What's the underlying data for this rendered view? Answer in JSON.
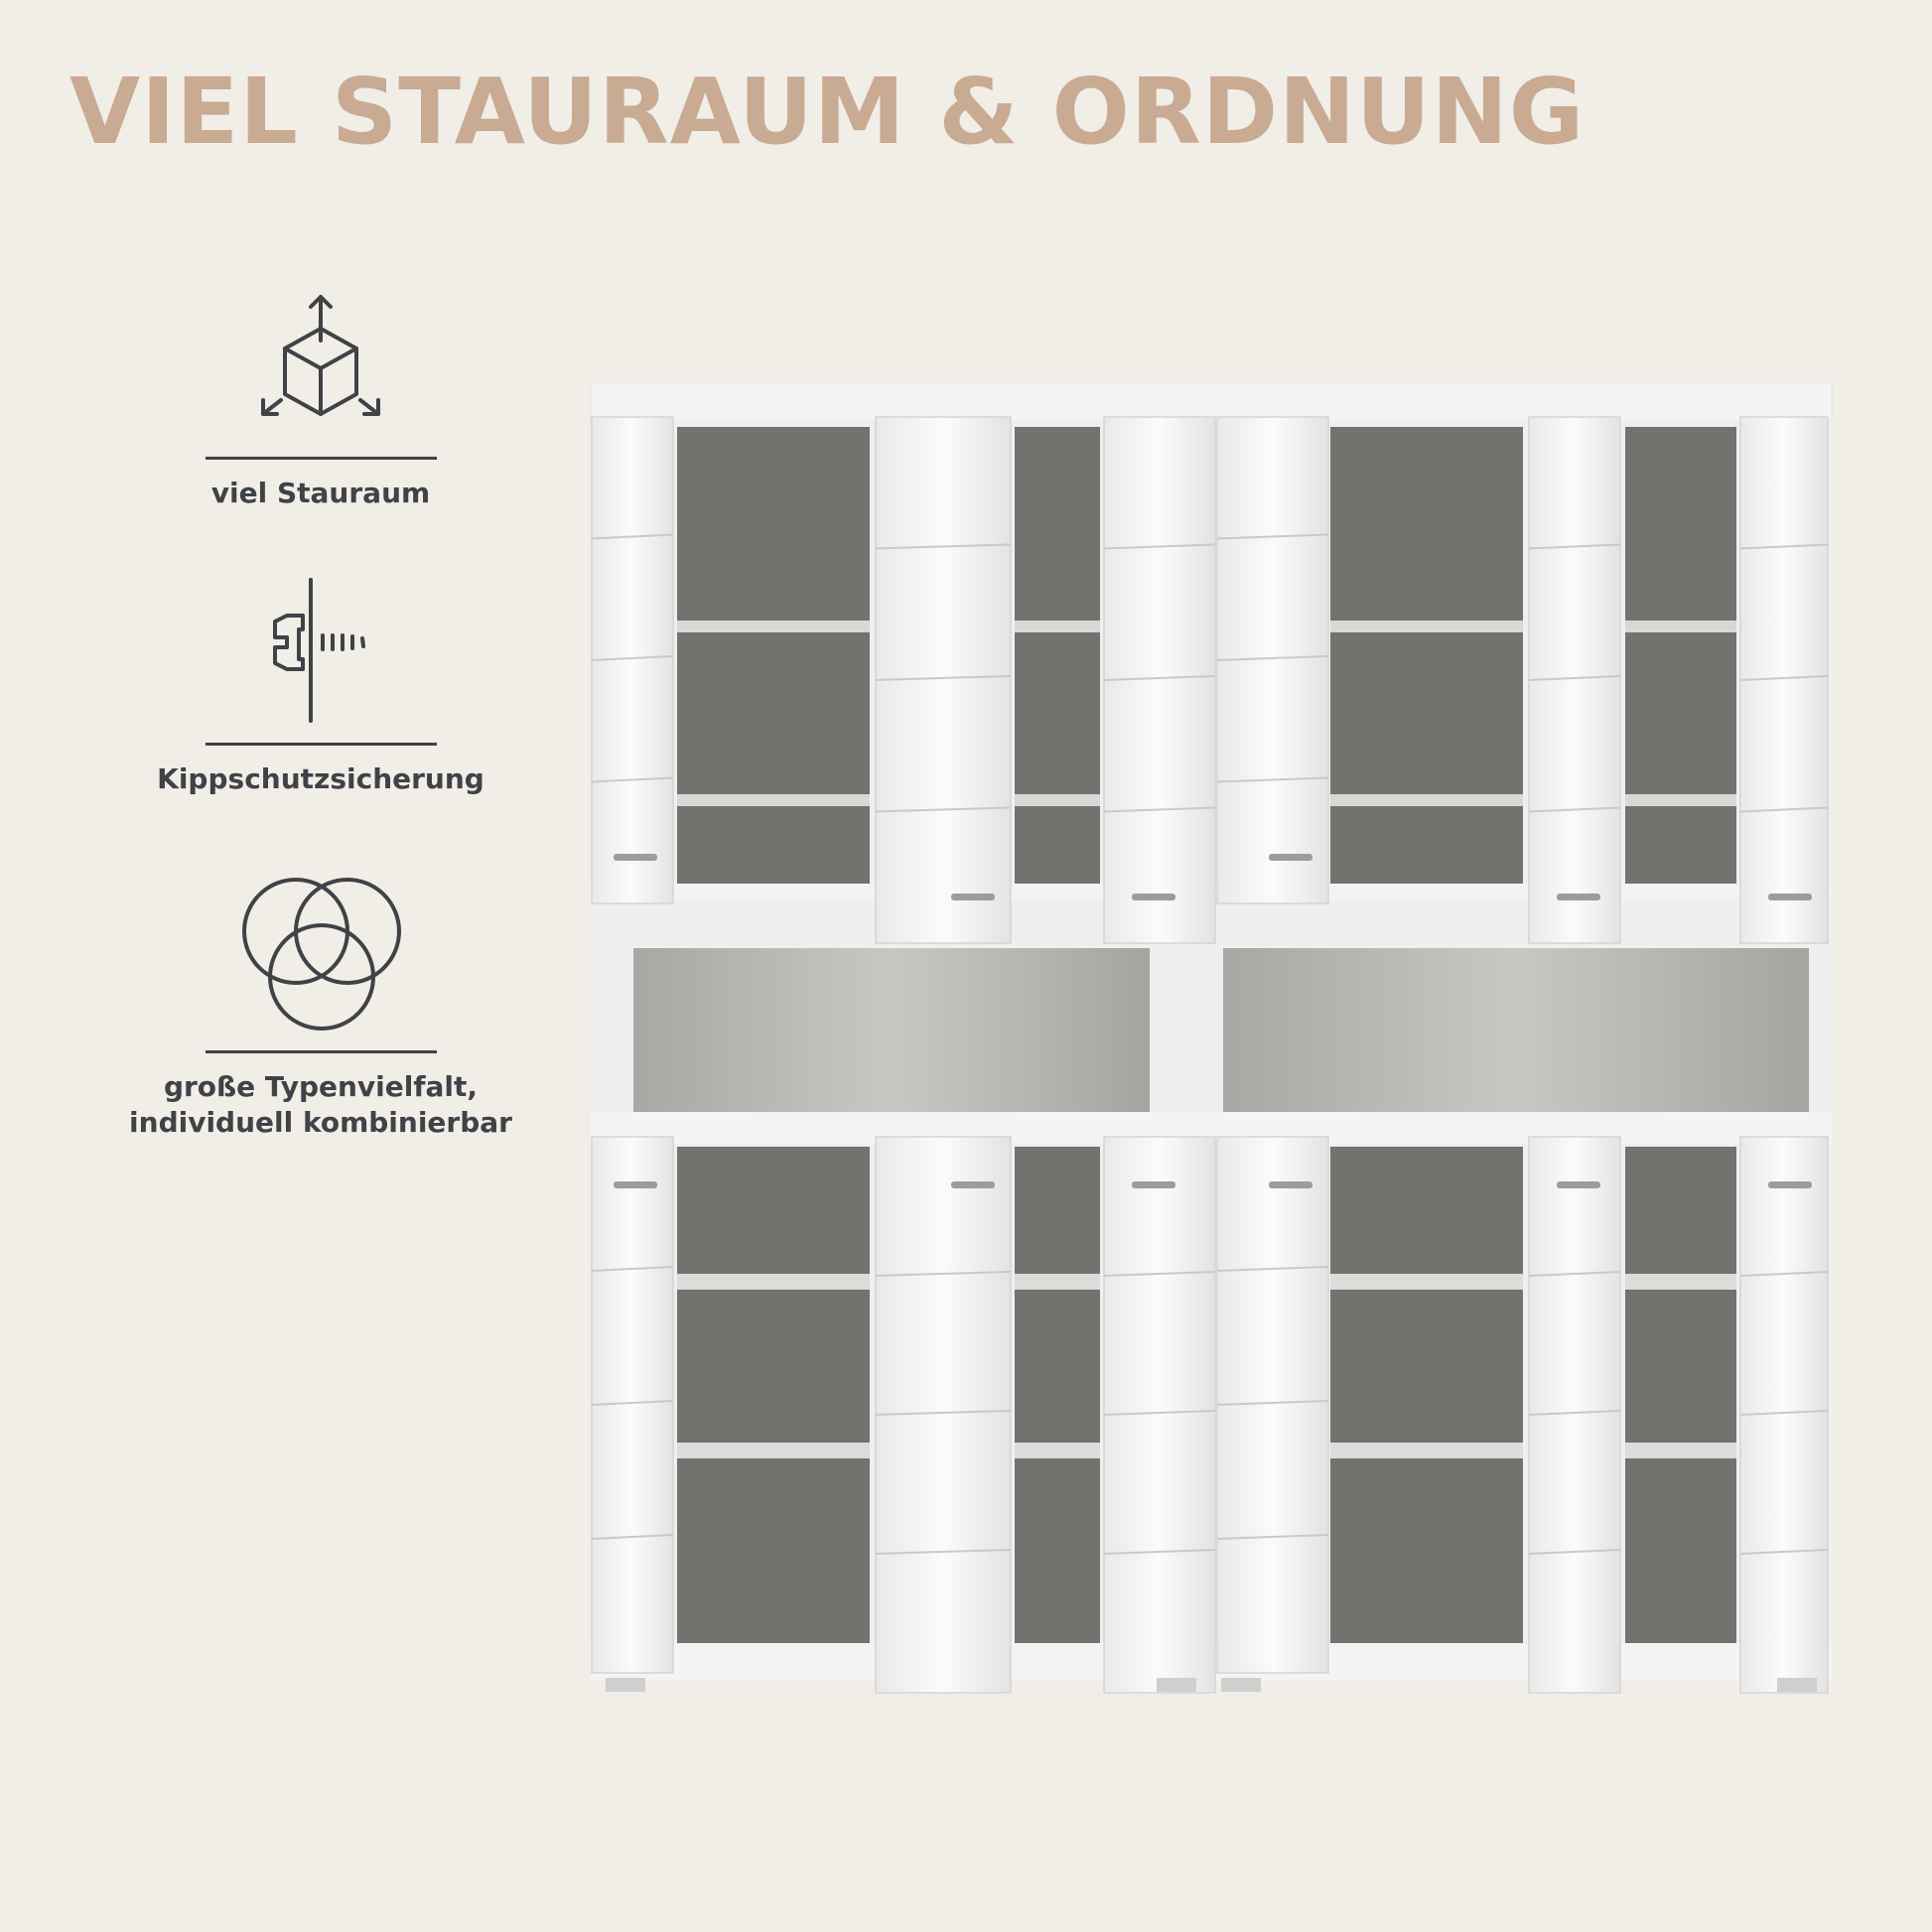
{
  "headline": "VIEL STAURAUM & ORDNUNG",
  "colors": {
    "background": "#f1ede7",
    "headline": "#c9aa92",
    "icon_text": "#3f4246",
    "cabinet_white": "#f4f4f4",
    "cabinet_interior": "#74726e"
  },
  "features": [
    {
      "icon": "cube-dimensions-icon",
      "label": "viel Stauraum"
    },
    {
      "icon": "wall-anchor-icon",
      "label": "Kippschutzsicherung"
    },
    {
      "icon": "venn-circles-icon",
      "label": "große Typenvielfalt,\nindividuell kombinierbar"
    }
  ],
  "product_image": "white-high-gloss-cabinet-set-with-open-doors"
}
